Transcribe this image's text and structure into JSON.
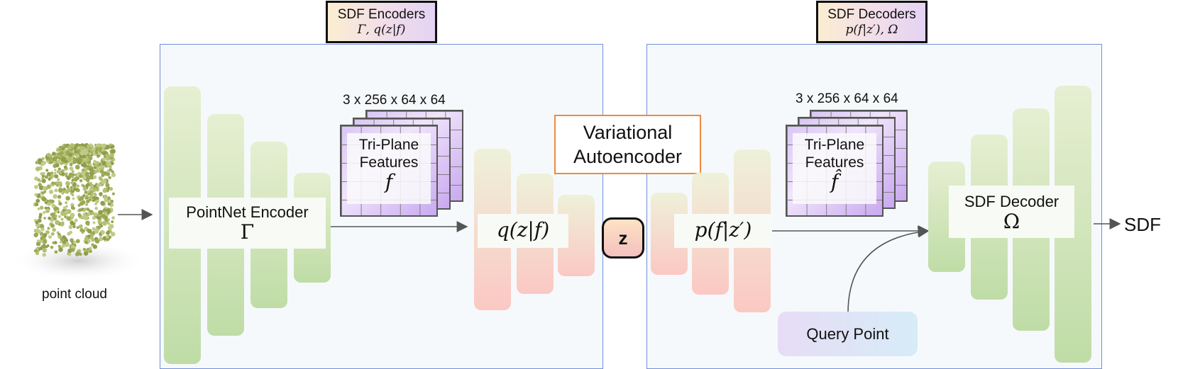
{
  "headers": {
    "encoders": {
      "title": "SDF Encoders",
      "math": "Γ, q(z|f)"
    },
    "decoders": {
      "title": "SDF Decoders",
      "math": "p(f|z′), Ω"
    }
  },
  "input": {
    "caption": "point cloud"
  },
  "encoder": {
    "pointnet": {
      "title": "PointNet Encoder",
      "symbol": "Γ"
    },
    "triplane": {
      "dims": "3 x 256 x 64 x 64",
      "line1": "Tri-Plane",
      "line2": "Features",
      "symbol": "f"
    },
    "posterior": {
      "symbol": "q(z|f)"
    }
  },
  "center": {
    "vae_line1": "Variational",
    "vae_line2": "Autoencoder",
    "latent": "z"
  },
  "decoder": {
    "prior": {
      "symbol": "p(f|z′)"
    },
    "triplane": {
      "dims": "3 x 256 x 64 x 64",
      "line1": "Tri-Plane",
      "line2": "Features",
      "symbol": "f̂"
    },
    "query": "Query Point",
    "sdf_decoder": {
      "title": "SDF Decoder",
      "symbol": "Ω"
    }
  },
  "output": {
    "label": "SDF"
  }
}
